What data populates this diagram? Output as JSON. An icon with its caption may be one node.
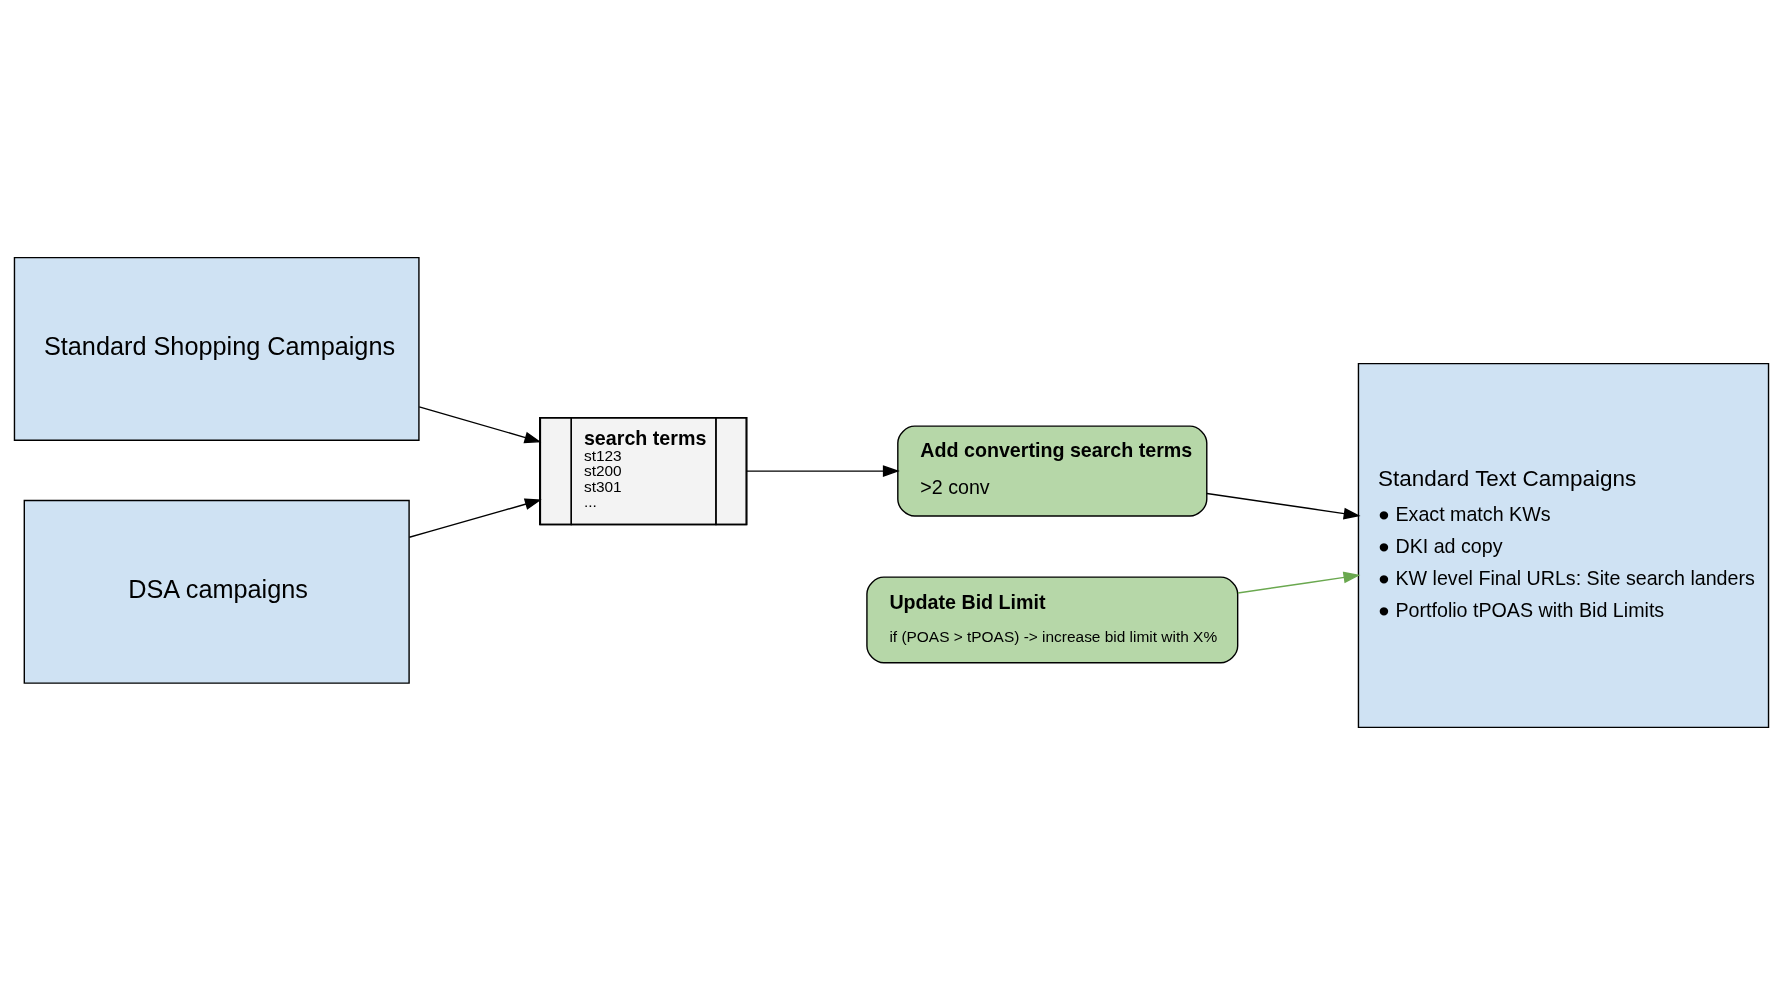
{
  "diagram": {
    "nodes": [
      {
        "text": [
          "Standard Shopping Campaigns"
        ]
      },
      {
        "text": [
          "DSA campaigns"
        ]
      },
      {
        "text": [
          "Add converting search terms",
          ">2 conv"
        ]
      },
      {
        "text": [
          "Standard Text Campaigns",
          "● Exact match KWs",
          "● DKI ad copy",
          "● KW level Final URLs: Site search landers",
          "● Portfolio tPOAS with Bid Limits"
        ]
      },
      {
        "text": [
          "search terms",
          "st123",
          "st200",
          "st301",
          "..."
        ]
      },
      {
        "text": [
          "Update Bid Limit",
          "if (POAS > tPOAS) -> increase bid limit with X%"
        ]
      }
    ],
    "edges": [
      {
        "from": 0,
        "to": 4,
        "arrow": "to"
      },
      {
        "from": 1,
        "to": 4,
        "arrow": "to"
      },
      {
        "from": 4,
        "to": 2,
        "arrow": "to"
      },
      {
        "from": 2,
        "to": 3,
        "arrow": "to"
      },
      {
        "from": 5,
        "to": 3,
        "arrow": "to",
        "color": "#6aa84f"
      }
    ]
  }
}
